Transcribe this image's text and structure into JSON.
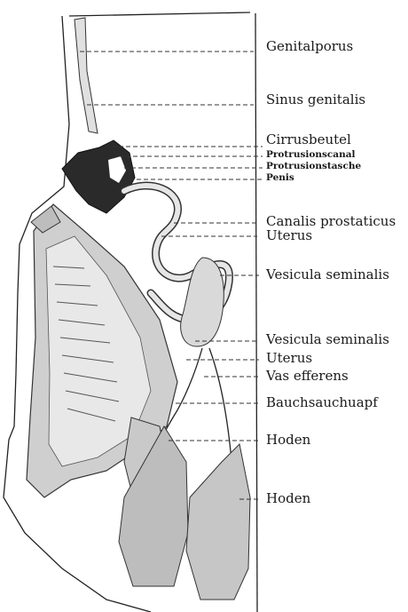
{
  "labels": [
    "Genitalporus",
    "Sinus genitalis",
    "Cirrusbeutel",
    "Protrusionscanal",
    "Protrusionstasche",
    "Penis",
    "Canalis prostaticus",
    "Uterus",
    "Vesicula seminalis",
    "Vesicula seminalis",
    "Uterus",
    "Vas efferens",
    "Bauchsauchuapf",
    "Hoden",
    "Hoden"
  ]
}
